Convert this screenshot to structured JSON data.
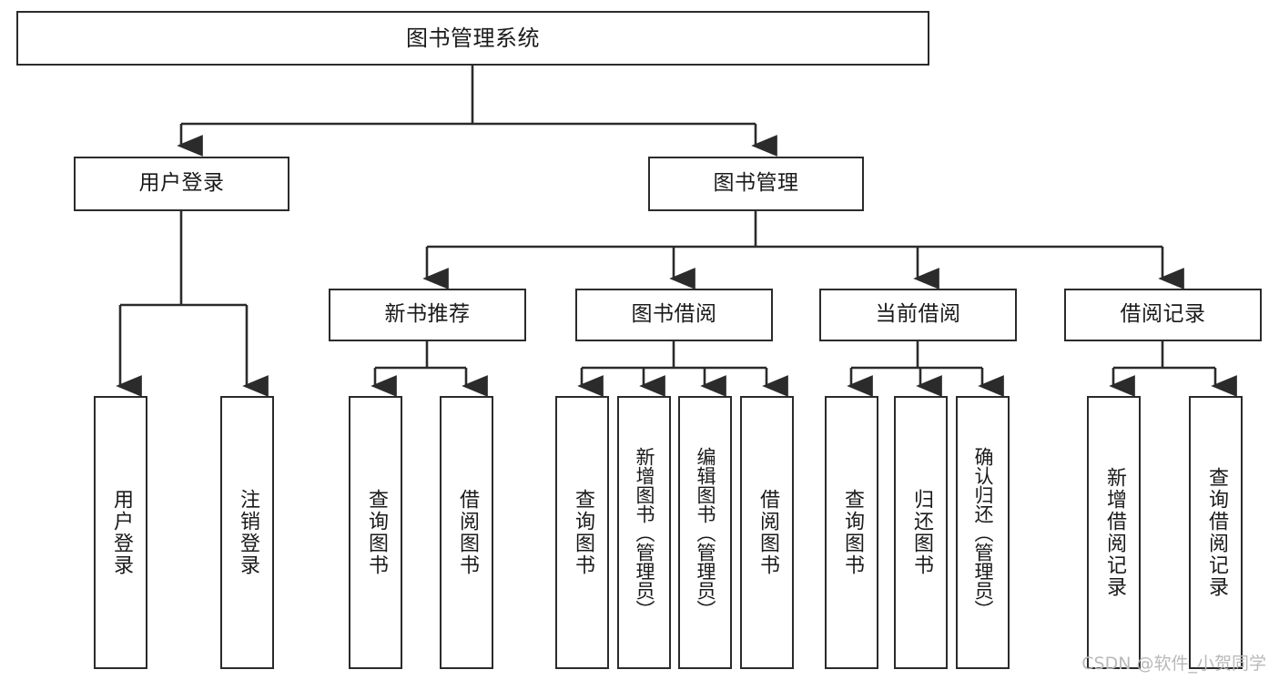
{
  "diagram": {
    "type": "tree",
    "title": "图书管理系统",
    "watermark": "CSDN @软件_小贺同学",
    "colors": {
      "box_border": "#2b2b2b",
      "box_fill": "#ffffff",
      "connector": "#2b2b2b",
      "text": "#1a1a1a",
      "watermark": "#b9b9b9"
    },
    "root": {
      "label": "图书管理系统"
    },
    "level1": [
      {
        "label": "用户登录"
      },
      {
        "label": "图书管理"
      }
    ],
    "level2": [
      {
        "label": "新书推荐"
      },
      {
        "label": "图书借阅"
      },
      {
        "label": "当前借阅"
      },
      {
        "label": "借阅记录"
      }
    ],
    "leaves": {
      "user_login": [
        {
          "label": "用户登录"
        },
        {
          "label": "注销登录"
        }
      ],
      "new_book": [
        {
          "label": "查询图书"
        },
        {
          "label": "借阅图书"
        }
      ],
      "book_borrow": [
        {
          "label": "查询图书"
        },
        {
          "label": "新增图书（管理员）"
        },
        {
          "label": "编辑图书（管理员）"
        },
        {
          "label": "借阅图书"
        }
      ],
      "current_borrow": [
        {
          "label": "查询图书"
        },
        {
          "label": "归还图书"
        },
        {
          "label": "确认归还（管理员）"
        }
      ],
      "borrow_record": [
        {
          "label": "新增借阅记录"
        },
        {
          "label": "查询借阅记录"
        }
      ]
    }
  }
}
